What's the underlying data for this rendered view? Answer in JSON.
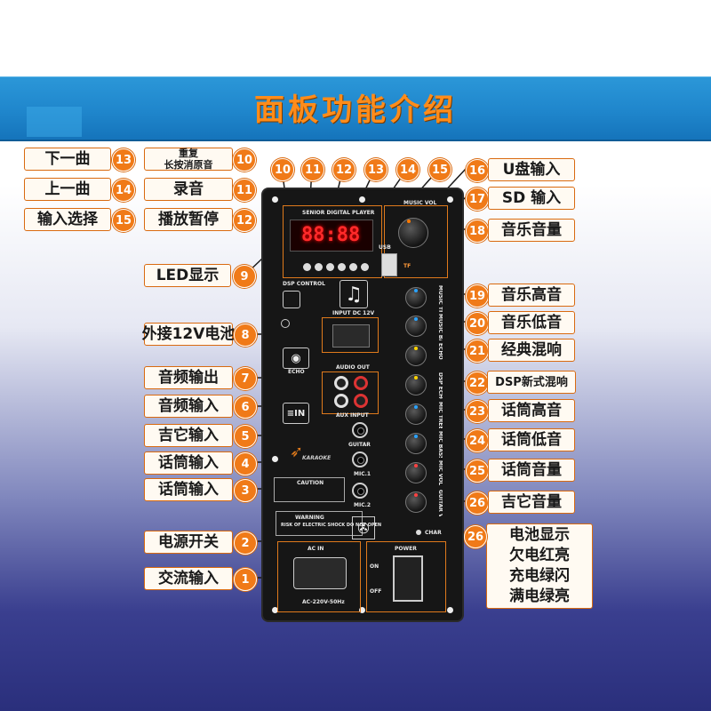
{
  "title": "面板功能介绍",
  "left_labels": [
    {
      "text": "下一曲",
      "num": "13"
    },
    {
      "text": "上一曲",
      "num": "14"
    },
    {
      "text": "输入选择",
      "num": "15"
    },
    {
      "text": "LED显示",
      "num": "9"
    },
    {
      "text": "外接12V电池",
      "num": "8"
    },
    {
      "text": "音频输出",
      "num": "7"
    },
    {
      "text": "音频输入",
      "num": "6"
    },
    {
      "text": "吉它输入",
      "num": "5"
    },
    {
      "text": "话筒输入",
      "num": "4"
    },
    {
      "text": "话筒输入",
      "num": "3"
    },
    {
      "text": "电源开关",
      "num": "2"
    },
    {
      "text": "交流输入",
      "num": "1"
    }
  ],
  "mid_labels": [
    {
      "line1": "重复",
      "line2": "长按消原音",
      "num": "10"
    },
    {
      "text": "录音",
      "num": "11"
    },
    {
      "text": "播放暂停",
      "num": "12"
    }
  ],
  "top_numbers": [
    "10",
    "11",
    "12",
    "13",
    "14",
    "15"
  ],
  "right_labels": [
    {
      "text": "U盘输入",
      "num": "16"
    },
    {
      "text": "SD 输入",
      "num": "17"
    },
    {
      "text": "音乐音量",
      "num": "18"
    },
    {
      "text": "音乐高音",
      "num": "19"
    },
    {
      "text": "音乐低音",
      "num": "20"
    },
    {
      "text": "经典混响",
      "num": "21"
    },
    {
      "text": "DSP新式混响",
      "num": "22"
    },
    {
      "text": "话筒高音",
      "num": "23"
    },
    {
      "text": "话筒低音",
      "num": "24"
    },
    {
      "text": "话筒音量",
      "num": "25"
    },
    {
      "text": "吉它音量",
      "num": "26"
    }
  ],
  "battery": {
    "num": "26",
    "lines": [
      "电池显示",
      "欠电红亮",
      "充电绿闪",
      "满电绿亮"
    ]
  },
  "panel": {
    "display_digits": "88:88",
    "player_label": "SENIOR DIGITAL PLAYER",
    "music_vol": "MUSIC VOL",
    "usb": "USB",
    "tf": "TF",
    "dsp_control": "DSP CONTROL",
    "input_dc": "INPUT DC 12V",
    "echo": "ECHO",
    "audio_out": "AUDIO OUT",
    "aux_input": "AUX INPUT",
    "guitar": "GUITAR",
    "mic1": "MIC.1",
    "mic2": "MIC.2",
    "caution": "CAUTION",
    "warning": "WARNING",
    "warning_sub": "RISK OF ELECTRIC SHOCK DO NOT OPEN",
    "ac_in": "AC IN",
    "ac_rating": "AC-220V-50Hz",
    "power": "POWER",
    "on": "ON",
    "off": "OFF",
    "charge": "CHAR",
    "brand": "KARAOKE",
    "side_labels": [
      "MUSIC TREBLE",
      "MUSIC BASS",
      "ECHO",
      "DSP ECHO",
      "MIC TREBLE",
      "MIC BASS",
      "MIC VOL",
      "GUITAR VOL"
    ]
  },
  "colors": {
    "accent": "#f07a18",
    "banner": "#1f86cc",
    "title": "#ff8c1a"
  }
}
